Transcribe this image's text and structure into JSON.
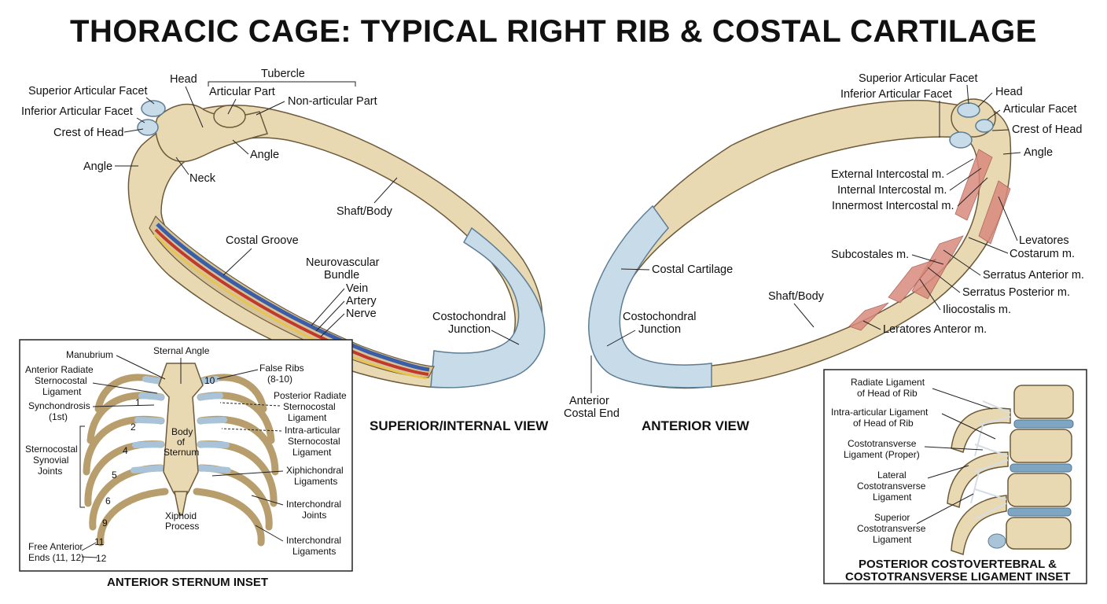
{
  "title": "THORACIC CAGE: TYPICAL RIGHT RIB & COSTAL CARTILAGE",
  "superior_view": {
    "caption": "SUPERIOR/INTERNAL VIEW",
    "labels": {
      "superior_articular_facet": "Superior Articular Facet",
      "head": "Head",
      "tubercle": "Tubercle",
      "articular_part": "Articular Part",
      "non_articular_part": "Non-articular Part",
      "inferior_articular_facet": "Inferior Articular Facet",
      "crest_of_head": "Crest of Head",
      "angle_left": "Angle",
      "angle_tubercle": "Angle",
      "neck": "Neck",
      "shaft_body": "Shaft/Body",
      "costal_groove": "Costal Groove",
      "neurovascular": "Neurovascular",
      "bundle": "Bundle",
      "vein": "Vein",
      "artery": "Artery",
      "nerve": "Nerve",
      "costochondral": "Costochondral",
      "junction": "Junction"
    }
  },
  "anterior_view": {
    "caption": "ANTERIOR VIEW",
    "labels": {
      "superior_articular_facet": "Superior Articular Facet",
      "inferior_articular_facet": "Inferior Articular Facet",
      "head": "Head",
      "articular_facet": "Articular Facet",
      "crest_of_head": "Crest of Head",
      "angle": "Angle",
      "external_intercostal": "External Intercostal m.",
      "internal_intercostal": "Internal Intercostal m.",
      "innermost_intercostal": "Innermost Intercostal m.",
      "levatores": "Levatores",
      "costarum": "Costarum m.",
      "subcostales": "Subcostales m.",
      "serratus_anterior": "Serratus Anterior m.",
      "serratus_posterior": "Serratus Posterior m.",
      "iliocostalis": "Iliocostalis m.",
      "leratores_anteror": "Leratores Anteror m.",
      "costal_cartilage": "Costal Cartilage",
      "shaft_body": "Shaft/Body",
      "costochondral": "Costochondral",
      "junction": "Junction",
      "anterior": "Anterior",
      "costal_end": "Costal End"
    }
  },
  "sternum_inset": {
    "caption": "ANTERIOR STERNUM INSET",
    "labels": {
      "manubrium": "Manubrium",
      "sternal_angle": "Sternal Angle",
      "false_ribs_1": "False Ribs",
      "false_ribs_2": "(8-10)",
      "anterior_radiate_1": "Anterior Radiate",
      "anterior_radiate_2": "Sternocostal",
      "anterior_radiate_3": "Ligament",
      "synchondrosis_1": "Synchondrosis",
      "synchondrosis_2": "(1st)",
      "posterior_radiate_1": "Posterior Radiate",
      "posterior_radiate_2": "Sternocostal",
      "posterior_radiate_3": "Ligament",
      "body_1": "Body",
      "body_2": "of",
      "body_3": "Sternum",
      "intra_articular_1": "Intra-articular",
      "intra_articular_2": "Sternocostal",
      "intra_articular_3": "Ligament",
      "sternocostal_1": "Sternocostal",
      "sternocostal_2": "Synovial",
      "sternocostal_3": "Joints",
      "xiphichondral_1": "Xiphichondral",
      "xiphichondral_2": "Ligaments",
      "interchondral_joints_1": "Interchondral",
      "interchondral_joints_2": "Joints",
      "xiphoid_1": "Xiphoid",
      "xiphoid_2": "Process",
      "interchondral_lig_1": "Interchondral",
      "interchondral_lig_2": "Ligaments",
      "free_anterior_1": "Free Anterior",
      "free_anterior_2": "Ends (11, 12)",
      "rib_numbers": [
        "1",
        "2",
        "4",
        "5",
        "6",
        "9",
        "10",
        "11",
        "12"
      ]
    }
  },
  "costovertebral_inset": {
    "caption_1": "POSTERIOR COSTOVERTEBRAL &",
    "caption_2": "COSTOTRANSVERSE LIGAMENT INSET",
    "labels": {
      "radiate_1": "Radiate Ligament",
      "radiate_2": "of Head of Rib",
      "intra_1": "Intra-articular Ligament",
      "intra_2": "of Head of Rib",
      "costotransverse_1": "Costotransverse",
      "costotransverse_2": "Ligament (Proper)",
      "lateral_1": "Lateral",
      "lateral_2": "Costotransverse",
      "lateral_3": "Ligament",
      "superior_1": "Superior",
      "superior_2": "Costotransverse",
      "superior_3": "Ligament"
    }
  },
  "colors": {
    "bone": "#e9d9b3",
    "cartilage": "#c8dbe8",
    "muscle": "#d98a7c",
    "vein": "#3a5fa8",
    "artery": "#c0392b",
    "nerve": "#e8c547"
  }
}
